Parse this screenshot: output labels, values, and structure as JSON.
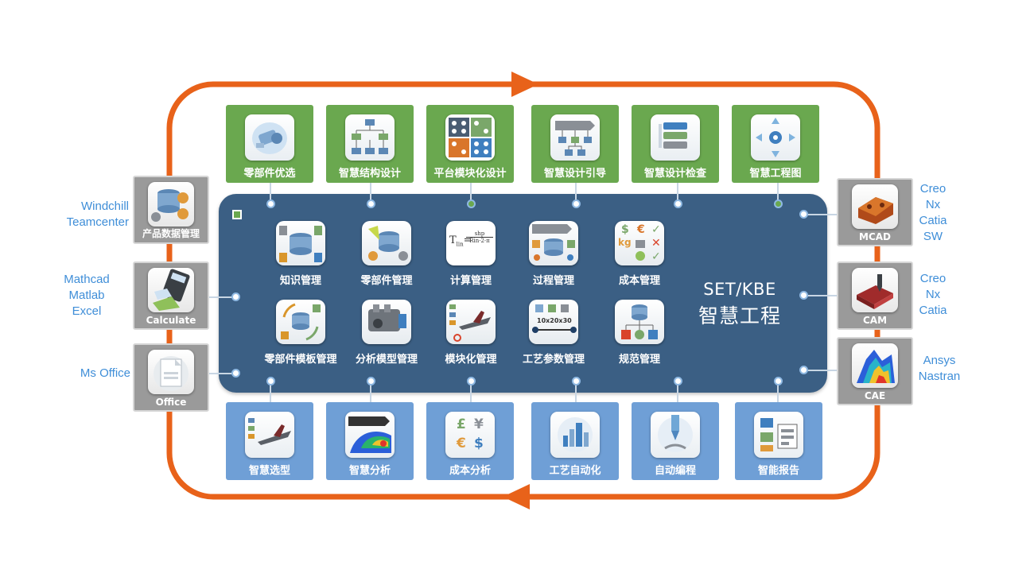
{
  "core": {
    "title_line1": "SET/KBE",
    "title_line2": "智慧工程"
  },
  "top_modules": [
    {
      "label": "零部件优选",
      "icon": "robot-arm-icon"
    },
    {
      "label": "智慧结构设计",
      "icon": "structure-tree-icon"
    },
    {
      "label": "平台模块化设计",
      "icon": "module-grid-icon"
    },
    {
      "label": "智慧设计引导",
      "icon": "design-guide-icon"
    },
    {
      "label": "智慧设计检查",
      "icon": "check-list-icon"
    },
    {
      "label": "智慧工程图",
      "icon": "drawing-gear-icon"
    }
  ],
  "inner_modules": [
    {
      "label": "知识管理",
      "icon": "knowledge-db-icon"
    },
    {
      "label": "零部件管理",
      "icon": "part-db-icon"
    },
    {
      "label": "计算管理",
      "icon": "formula-icon",
      "formula_left": "T",
      "formula_sub": "lin",
      "formula_num": "shp",
      "formula_den": "Rin·2·π"
    },
    {
      "label": "过程管理",
      "icon": "process-icon"
    },
    {
      "label": "成本管理",
      "icon": "cost-icon",
      "glyphs": [
        "$",
        "€",
        "✓",
        "kg",
        "✕",
        "✓"
      ]
    },
    {
      "label": "零部件模板管理",
      "icon": "template-cycle-icon"
    },
    {
      "label": "分析模型管理",
      "icon": "engine-model-icon"
    },
    {
      "label": "模块化管理",
      "icon": "aircraft-module-icon"
    },
    {
      "label": "工艺参数管理",
      "icon": "process-params-icon",
      "param_text": "10x20x30"
    },
    {
      "label": "规范管理",
      "icon": "standards-icon"
    }
  ],
  "bottom_modules": [
    {
      "label": "智慧选型",
      "icon": "selection-icon"
    },
    {
      "label": "智慧分析",
      "icon": "analysis-icon"
    },
    {
      "label": "成本分析",
      "icon": "currency-icon",
      "glyphs": [
        "£",
        "¥",
        "€",
        "$"
      ]
    },
    {
      "label": "工艺自动化",
      "icon": "factory-icon"
    },
    {
      "label": "自动编程",
      "icon": "cnc-tool-icon"
    },
    {
      "label": "智能报告",
      "icon": "report-icon"
    }
  ],
  "left_tools": [
    {
      "label": "产品数据管理",
      "icon": "pdm-db-icon",
      "side": [
        "Windchill",
        "Teamcenter"
      ]
    },
    {
      "label": "Calculate",
      "icon": "calculator-icon",
      "side": [
        "Mathcad",
        "Matlab",
        "Excel"
      ]
    },
    {
      "label": "Office",
      "icon": "office-doc-icon",
      "side": [
        "Ms Office"
      ]
    }
  ],
  "right_tools": [
    {
      "label": "MCAD",
      "icon": "mcad-part-icon",
      "side": [
        "Creo",
        "Nx",
        "Catia",
        "SW"
      ]
    },
    {
      "label": "CAM",
      "icon": "cam-machining-icon",
      "side": [
        "Creo",
        "Nx",
        "Catia"
      ]
    },
    {
      "label": "CAE",
      "icon": "cae-fea-icon",
      "side": [
        "Ansys",
        "Nastran"
      ]
    }
  ],
  "colors": {
    "loop": "#e8621a",
    "core": "#3b5f84",
    "green": "#6aa84f",
    "blue": "#6f9fd6",
    "gray": "#9a9a9a",
    "side_text": "#3f8ed8"
  }
}
